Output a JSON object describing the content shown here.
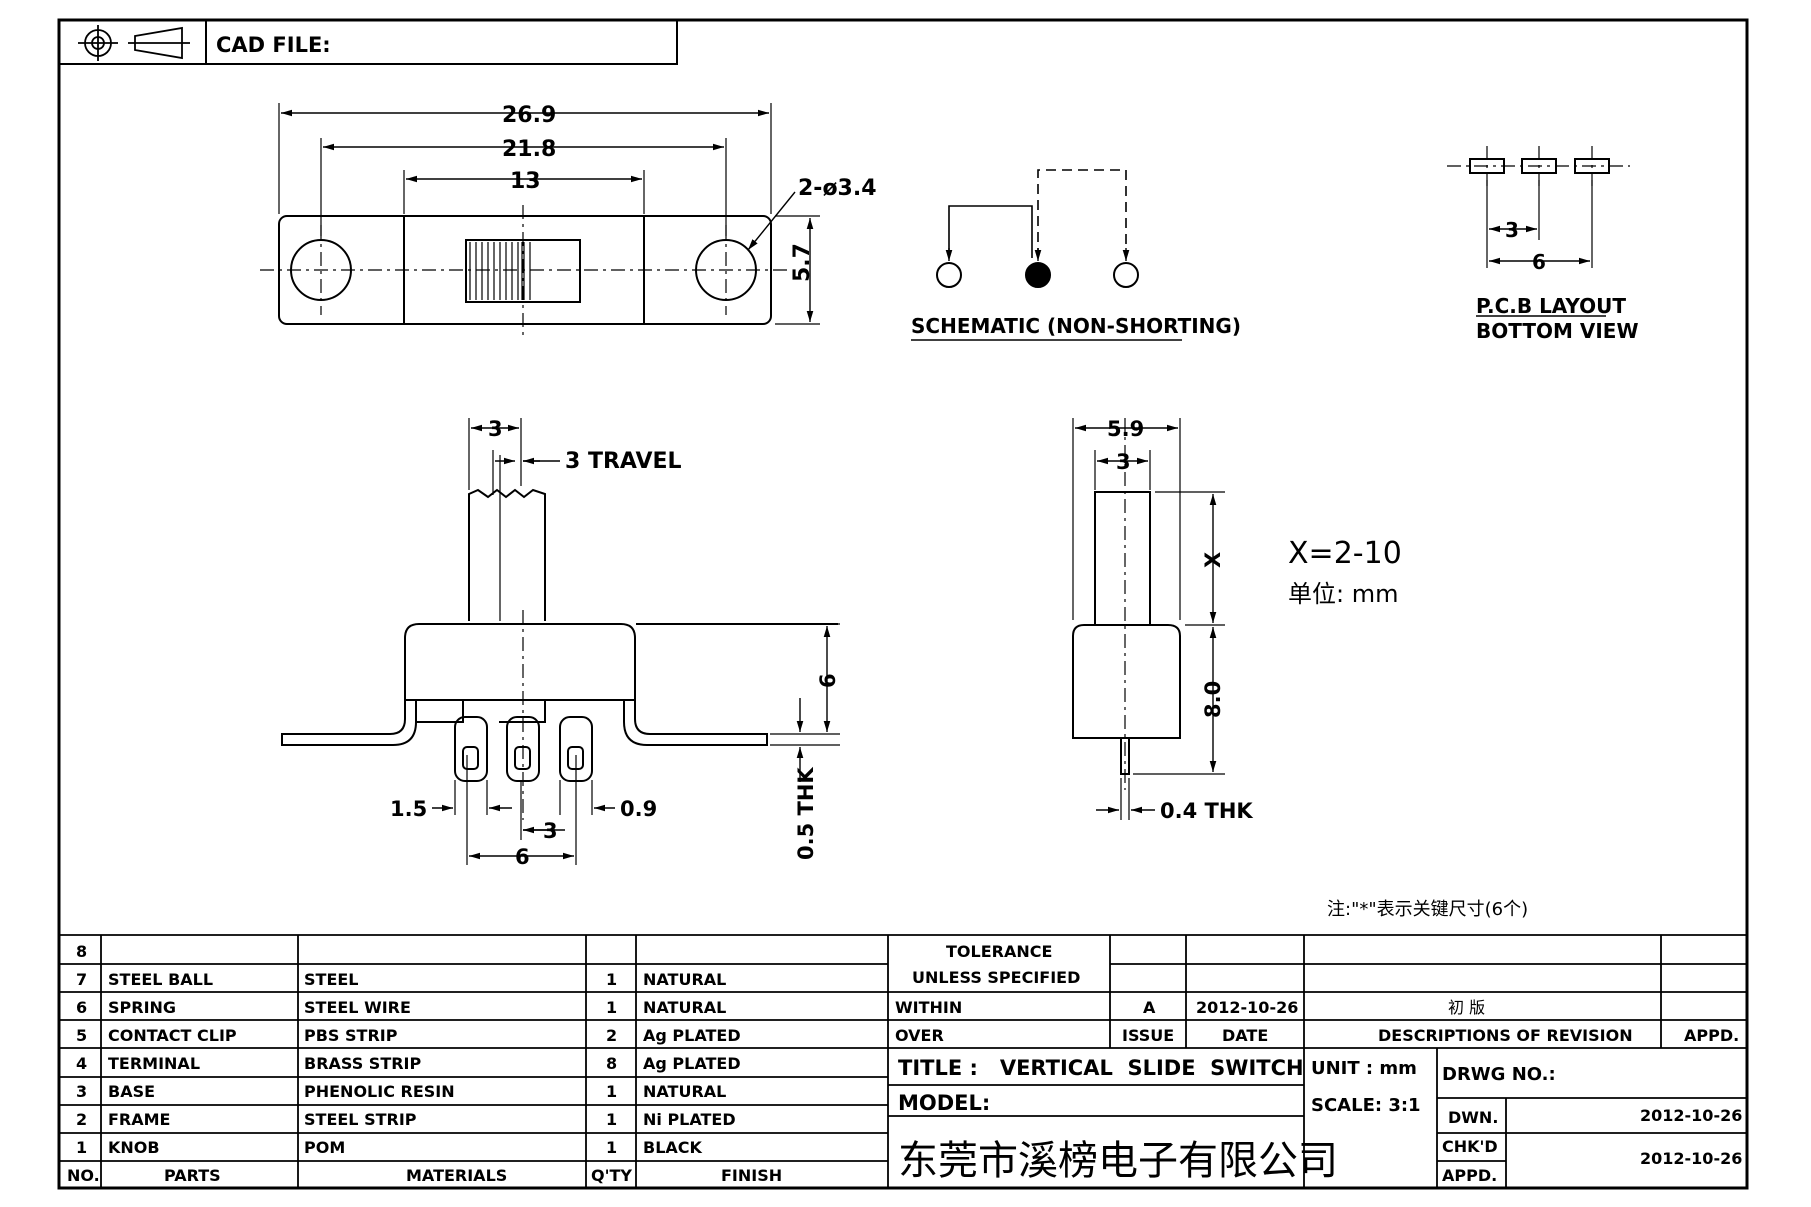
{
  "header": {
    "cad_file_label": "CAD FILE:",
    "projection_symbol": "third-angle-projection-icon"
  },
  "top_view": {
    "overall_length": "26.9",
    "hole_pitch": "21.8",
    "housing_length": "13",
    "hole_spec": "2-ø3.4",
    "width": "5.7"
  },
  "schematic": {
    "label": "SCHEMATIC (NON-SHORTING)"
  },
  "pcb_layout": {
    "pitch": "3",
    "span": "6",
    "label_line1": "P.C.B LAYOUT",
    "label_line2": "BOTTOM VIEW"
  },
  "front_view": {
    "knob_width": "3",
    "travel": "3 TRAVEL",
    "height": "6",
    "thickness": "0.5 THK",
    "left_dim": "1.5",
    "right_dim": "0.9",
    "pitch": "3",
    "span": "6"
  },
  "side_view": {
    "width": "5.9",
    "knob_width": "3",
    "knob_height": "X",
    "body_height": "8.0",
    "thickness": "0.4 THK"
  },
  "notes": {
    "x_range": "X=2-10",
    "unit": "单位: mm",
    "key_note": "注:\"*\"表示关键尺寸(6个)"
  },
  "bom": {
    "headers": {
      "no": "NO.",
      "parts": "PARTS",
      "materials": "MATERIALS",
      "qty": "Q'TY",
      "finish": "FINISH"
    },
    "rows": [
      {
        "no": "8",
        "part": "",
        "material": "",
        "qty": "",
        "finish": ""
      },
      {
        "no": "7",
        "part": "STEEL BALL",
        "material": "STEEL",
        "qty": "1",
        "finish": "NATURAL"
      },
      {
        "no": "6",
        "part": "SPRING",
        "material": "STEEL WIRE",
        "qty": "1",
        "finish": "NATURAL"
      },
      {
        "no": "5",
        "part": "CONTACT CLIP",
        "material": "PBS STRIP",
        "qty": "2",
        "finish": "Ag PLATED"
      },
      {
        "no": "4",
        "part": "TERMINAL",
        "material": "BRASS STRIP",
        "qty": "8",
        "finish": "Ag PLATED"
      },
      {
        "no": "3",
        "part": "BASE",
        "material": "PHENOLIC RESIN",
        "qty": "1",
        "finish": "NATURAL"
      },
      {
        "no": "2",
        "part": "FRAME",
        "material": "STEEL STRIP",
        "qty": "1",
        "finish": "Ni PLATED"
      },
      {
        "no": "1",
        "part": "KNOB",
        "material": "POM",
        "qty": "1",
        "finish": "BLACK"
      }
    ]
  },
  "title_block": {
    "tolerance_line1": "TOLERANCE",
    "tolerance_line2": "UNLESS SPECIFIED",
    "within": "WITHIN",
    "over": "OVER",
    "issue_value": "A",
    "date_value": "2012-10-26",
    "revision_value": "初 版",
    "issue_label": "ISSUE",
    "date_label": "DATE",
    "revision_label": "DESCRIPTIONS OF REVISION",
    "appd_label": "APPD.",
    "title": "TITLE :   VERTICAL  SLIDE  SWITCH",
    "unit": "UNIT :  mm",
    "drwg_no": "DRWG NO.:",
    "model": "MODEL:",
    "scale": "SCALE:  3:1",
    "dwn_label": "DWN.",
    "dwn_date": "2012-10-26",
    "chkd_label": "CHK'D",
    "appd2_label": "APPD.",
    "chk_date": "2012-10-26",
    "company": "东莞市溪榜电子有限公司"
  }
}
